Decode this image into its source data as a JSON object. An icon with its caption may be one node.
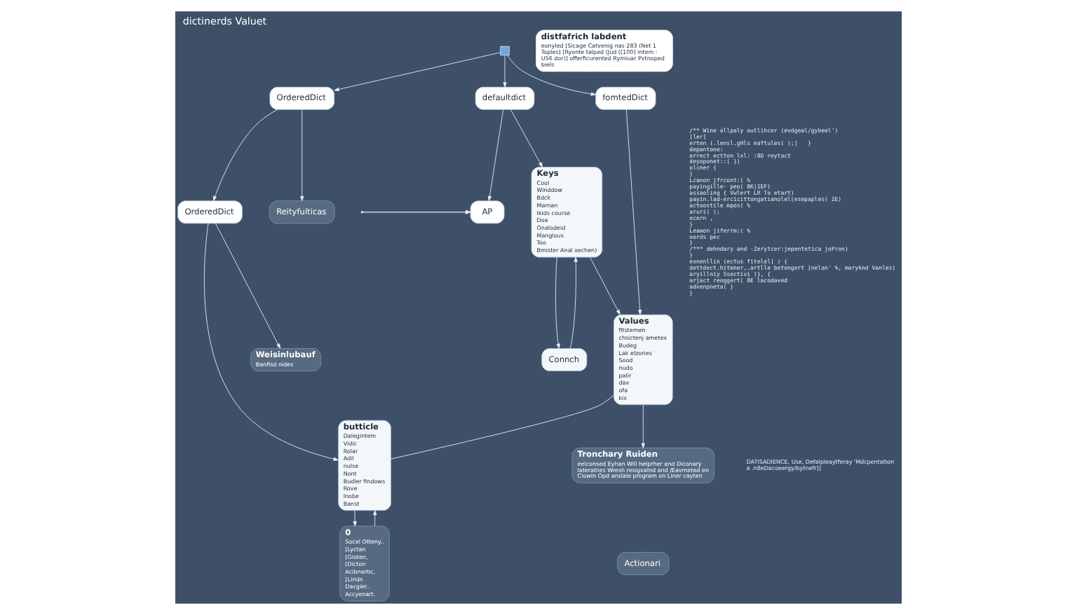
{
  "diagram": {
    "title": "dictinerds Valuet",
    "nodes": [
      {
        "text": [],
        "shape": "box"
      },
      {
        "text": [
          "OrderedDict"
        ]
      },
      {
        "text": [
          "AP"
        ]
      },
      {
        "text": [
          "defaultdict"
        ]
      },
      {
        "text": [
          "fomtedDict"
        ]
      },
      {
        "text": [
          "OrderedDict"
        ]
      },
      {
        "text": [
          "Connch"
        ]
      },
      {
        "text": [
          "Keys",
          "Cool",
          "Winddow",
          "Bdck",
          "Marnan",
          "Ikids course",
          "Doa",
          "Onalodeid",
          "Manglous",
          "Too",
          "Bmister Anal xechen)"
        ]
      },
      {
        "text": [
          "Values",
          "fitstemen",
          "chsictenj ametex",
          "Budeg",
          "Lak elzories",
          "Sood",
          "nudo",
          "palir",
          "dax",
          "ofa",
          "kix"
        ]
      },
      {
        "text": [
          "butticle",
          "Dalegintem",
          "Vidic",
          "Rolar",
          "Adil",
          "nulse",
          "Nont",
          "Budler findows",
          "Rove",
          "Inobe",
          "Banst"
        ]
      },
      {
        "text": [
          "Reityfulticas"
        ]
      },
      {
        "text": [
          "Weisinlubauf",
          "Banfisd nides"
        ]
      },
      {
        "text": [
          "0",
          "Socal Otteny..",
          "[Lyctan",
          "[Gioten,",
          "[Dicton",
          "Acibnartic,",
          "[Liridn",
          "Dacgier..",
          "Accyenart."
        ]
      },
      {
        "text": [
          "distfafrich labdent",
          "eonyled [Sicage Catvenig nas 283 (Net 1 Toples] [Ryonte talped (Jud ([100] intem : U56 dor)] offerficurented Rymiuar Pvtnoped biels"
        ]
      },
      {
        "text": [
          "Tronchary Ruiden",
          "eelconsed Eyhan Will helprher and Diconary lateratiies Wresh resigvalnd and /Eavmeted en Clowin Opd anslale program on Liner cayten"
        ]
      },
      {
        "text": [
          "Actionari"
        ]
      }
    ],
    "edges": [
      {
        "from": 0,
        "to": 3,
        "arrow": "to"
      },
      {
        "from": 0,
        "to": 4,
        "arrow": "to"
      },
      {
        "from": 0,
        "to": 1,
        "arrow": "to"
      },
      {
        "from": 1,
        "to": 5,
        "arrow": "to"
      },
      {
        "from": 1,
        "to": 10,
        "arrow": "to"
      },
      {
        "from": 3,
        "to": 2,
        "arrow": "to"
      },
      {
        "from": null,
        "to": 2,
        "arrow": "to"
      },
      {
        "from": 3,
        "to": 7,
        "arrow": "to"
      },
      {
        "from": 4,
        "to": 8,
        "arrow": "to"
      },
      {
        "from": 5,
        "to": 9,
        "arrow": "to"
      },
      {
        "from": 5,
        "to": 11,
        "arrow": "to"
      },
      {
        "from": 7,
        "to": 8,
        "arrow": "to"
      },
      {
        "from": 6,
        "to": 7,
        "arrow": "to"
      },
      {
        "from": 7,
        "to": 6,
        "arrow": "to"
      },
      {
        "from": 8,
        "to": 9,
        "arrow": "none"
      },
      {
        "from": 9,
        "to": 12,
        "arrow": "to"
      },
      {
        "from": 12,
        "to": 9,
        "arrow": "to"
      },
      {
        "from": 8,
        "to": 14,
        "arrow": "to"
      }
    ],
    "labels": [
      "/** Wine allpaly outlihcer (evdgeal/gybeel')",
      "[ler]",
      "erten (.lensl.gHls eaftules( );]   }",
      "depantone:",
      "orrect ectton lxl: :8D reytact",
      "deyoponet::( })",
      "olcner {",
      "}",
      "Lcanon jfrcont:( %",
      "payingille- peo( 8K|IEF)",
      "assaoling { Vwlert LR To etart)",
      "payin.lad-ercicittongatianolel[esepaples( IE)",
      "actoostile mpos( %",
      "aruri( );",
      "ecern ,",
      "}",
      "Leamon jiferrm:( %",
      "oords pec",
      "}",
      "/*** dehndary and -Zerytcer:jepentetica joPron)",
      "}",
      "exnenllin (ectus fitelel] ) {",
      "dettdect.hitmner,.artlle betongert [nelan' %, maryknd Vanles)",
      "aryillniy Ssectivi )}, {",
      "arjact reoggert( 8E lacodaved",
      "advenpneta( }",
      "}",
      "DATISADIENCE, Use, Defalpleaytferay 'Mdcpentation",
      "a .n8eDacoeergy/bytnefr]]"
    ]
  }
}
